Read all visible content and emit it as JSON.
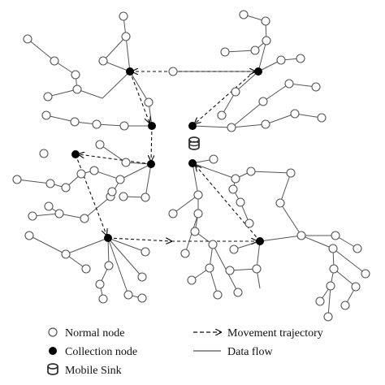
{
  "legend": {
    "normal_node": "Normal node",
    "collection_node": "Collection node",
    "mobile_sink": "Mobile Sink",
    "movement_trajectory": "Movement trajectory",
    "data_flow": "Data flow"
  },
  "colors": {
    "node_fill": "#ffffff",
    "node_stroke": "#555555",
    "collection_fill": "#000000",
    "edge": "#555555",
    "trajectory": "#111111"
  }
}
